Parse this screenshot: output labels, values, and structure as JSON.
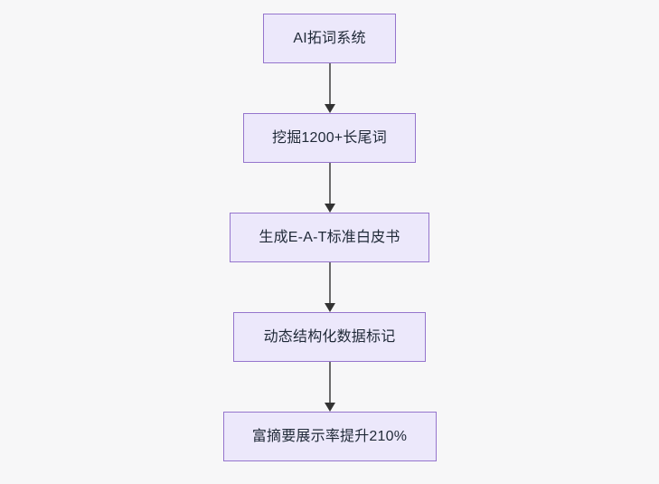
{
  "diagram": {
    "type": "flowchart",
    "orientation": "top-to-bottom",
    "background_color": "#f7f7f8",
    "node_fill_color": "#ece8fb",
    "node_border_color": "#9575cd",
    "node_text_color": "#1f2937",
    "connector_line_color": "#6b6b6b",
    "connector_arrow_color": "#333333",
    "nodes": [
      {
        "id": "n1",
        "label": "AI拓词系统"
      },
      {
        "id": "n2",
        "label": "挖掘1200+长尾词"
      },
      {
        "id": "n3",
        "label": "生成E-A-T标准白皮书"
      },
      {
        "id": "n4",
        "label": "动态结构化数据标记"
      },
      {
        "id": "n5",
        "label": "富摘要展示率提升210%"
      }
    ],
    "edges": [
      {
        "from": "n1",
        "to": "n2",
        "arrow": "arrow-down-icon"
      },
      {
        "from": "n2",
        "to": "n3",
        "arrow": "arrow-down-icon"
      },
      {
        "from": "n3",
        "to": "n4",
        "arrow": "arrow-down-icon"
      },
      {
        "from": "n4",
        "to": "n5",
        "arrow": "arrow-down-icon"
      }
    ]
  }
}
